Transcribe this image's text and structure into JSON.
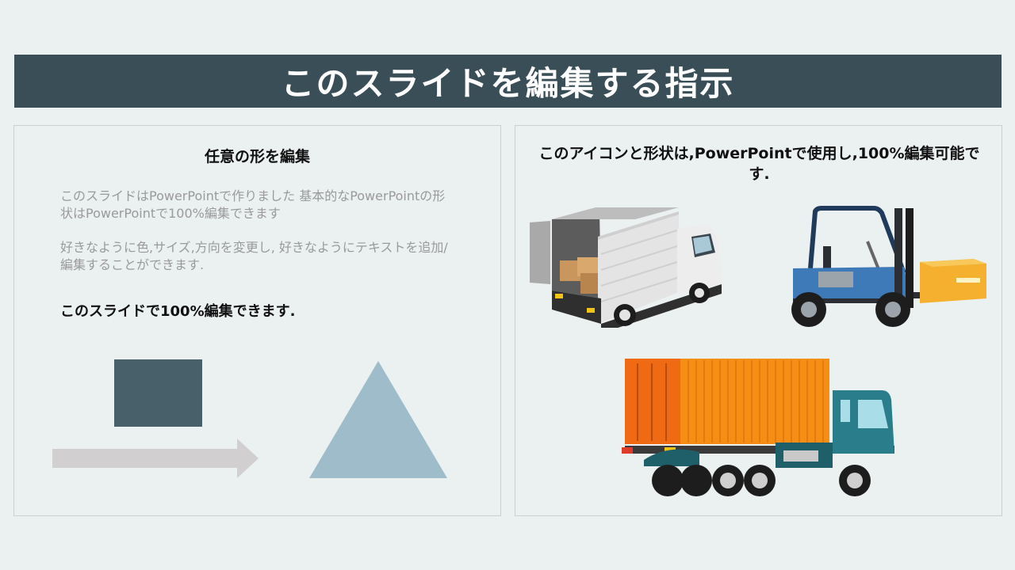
{
  "slide": {
    "title": "このスライドを編集する指示"
  },
  "left_panel": {
    "heading": "任意の形を編集",
    "paragraph1": "このスライドはPowerPointで作りました 基本的なPowerPointの形状はPowerPointで100%編集できます",
    "paragraph2": "好きなように色,サイズ,方向を変更し, 好きなようにテキストを追加/編集することができます.",
    "emphasis": "このスライドで100%編集できます."
  },
  "right_panel": {
    "heading": "このアイコンと形状は,PowerPointで使用し,100%編集可能です."
  },
  "colors": {
    "title_bar": "#3a4e57",
    "square": "#48606a",
    "arrow": "#d1cfcf",
    "triangle": "#9fbccb",
    "background": "#ebf0f1"
  },
  "icons": [
    "delivery-truck-icon",
    "forklift-icon",
    "container-truck-icon"
  ]
}
